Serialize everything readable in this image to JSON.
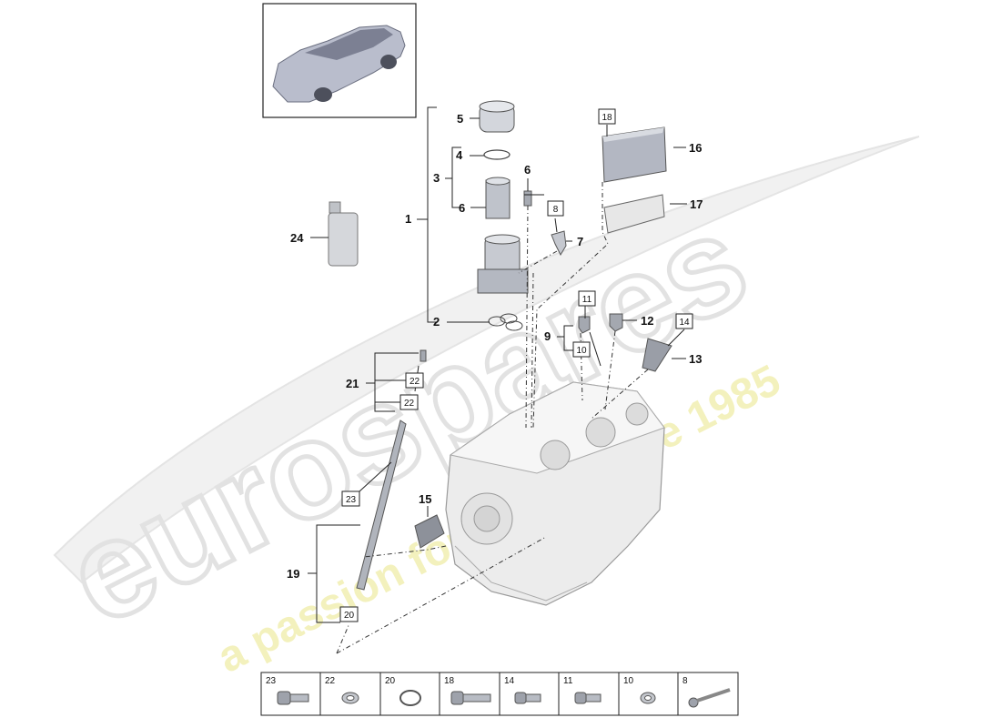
{
  "watermark": {
    "brand": "eurospares",
    "tagline": "a passion for parts since 1985"
  },
  "callouts": [
    "1",
    "2",
    "3",
    "4",
    "5",
    "6",
    "6",
    "7",
    "9",
    "12",
    "13",
    "15",
    "16",
    "17",
    "19",
    "21",
    "24"
  ],
  "boxed": [
    "8",
    "11",
    "10",
    "14",
    "18",
    "22",
    "22",
    "23",
    "20"
  ],
  "strip": [
    "23",
    "22",
    "20",
    "18",
    "14",
    "11",
    "10",
    "8"
  ],
  "colors": {
    "watermark_gray": "#e6e6e6",
    "watermark_yellow": "#f2f0b8",
    "part_gray": "#cfd2d8",
    "part_dark": "#8a8f99",
    "car_body": "#b7bccb"
  }
}
